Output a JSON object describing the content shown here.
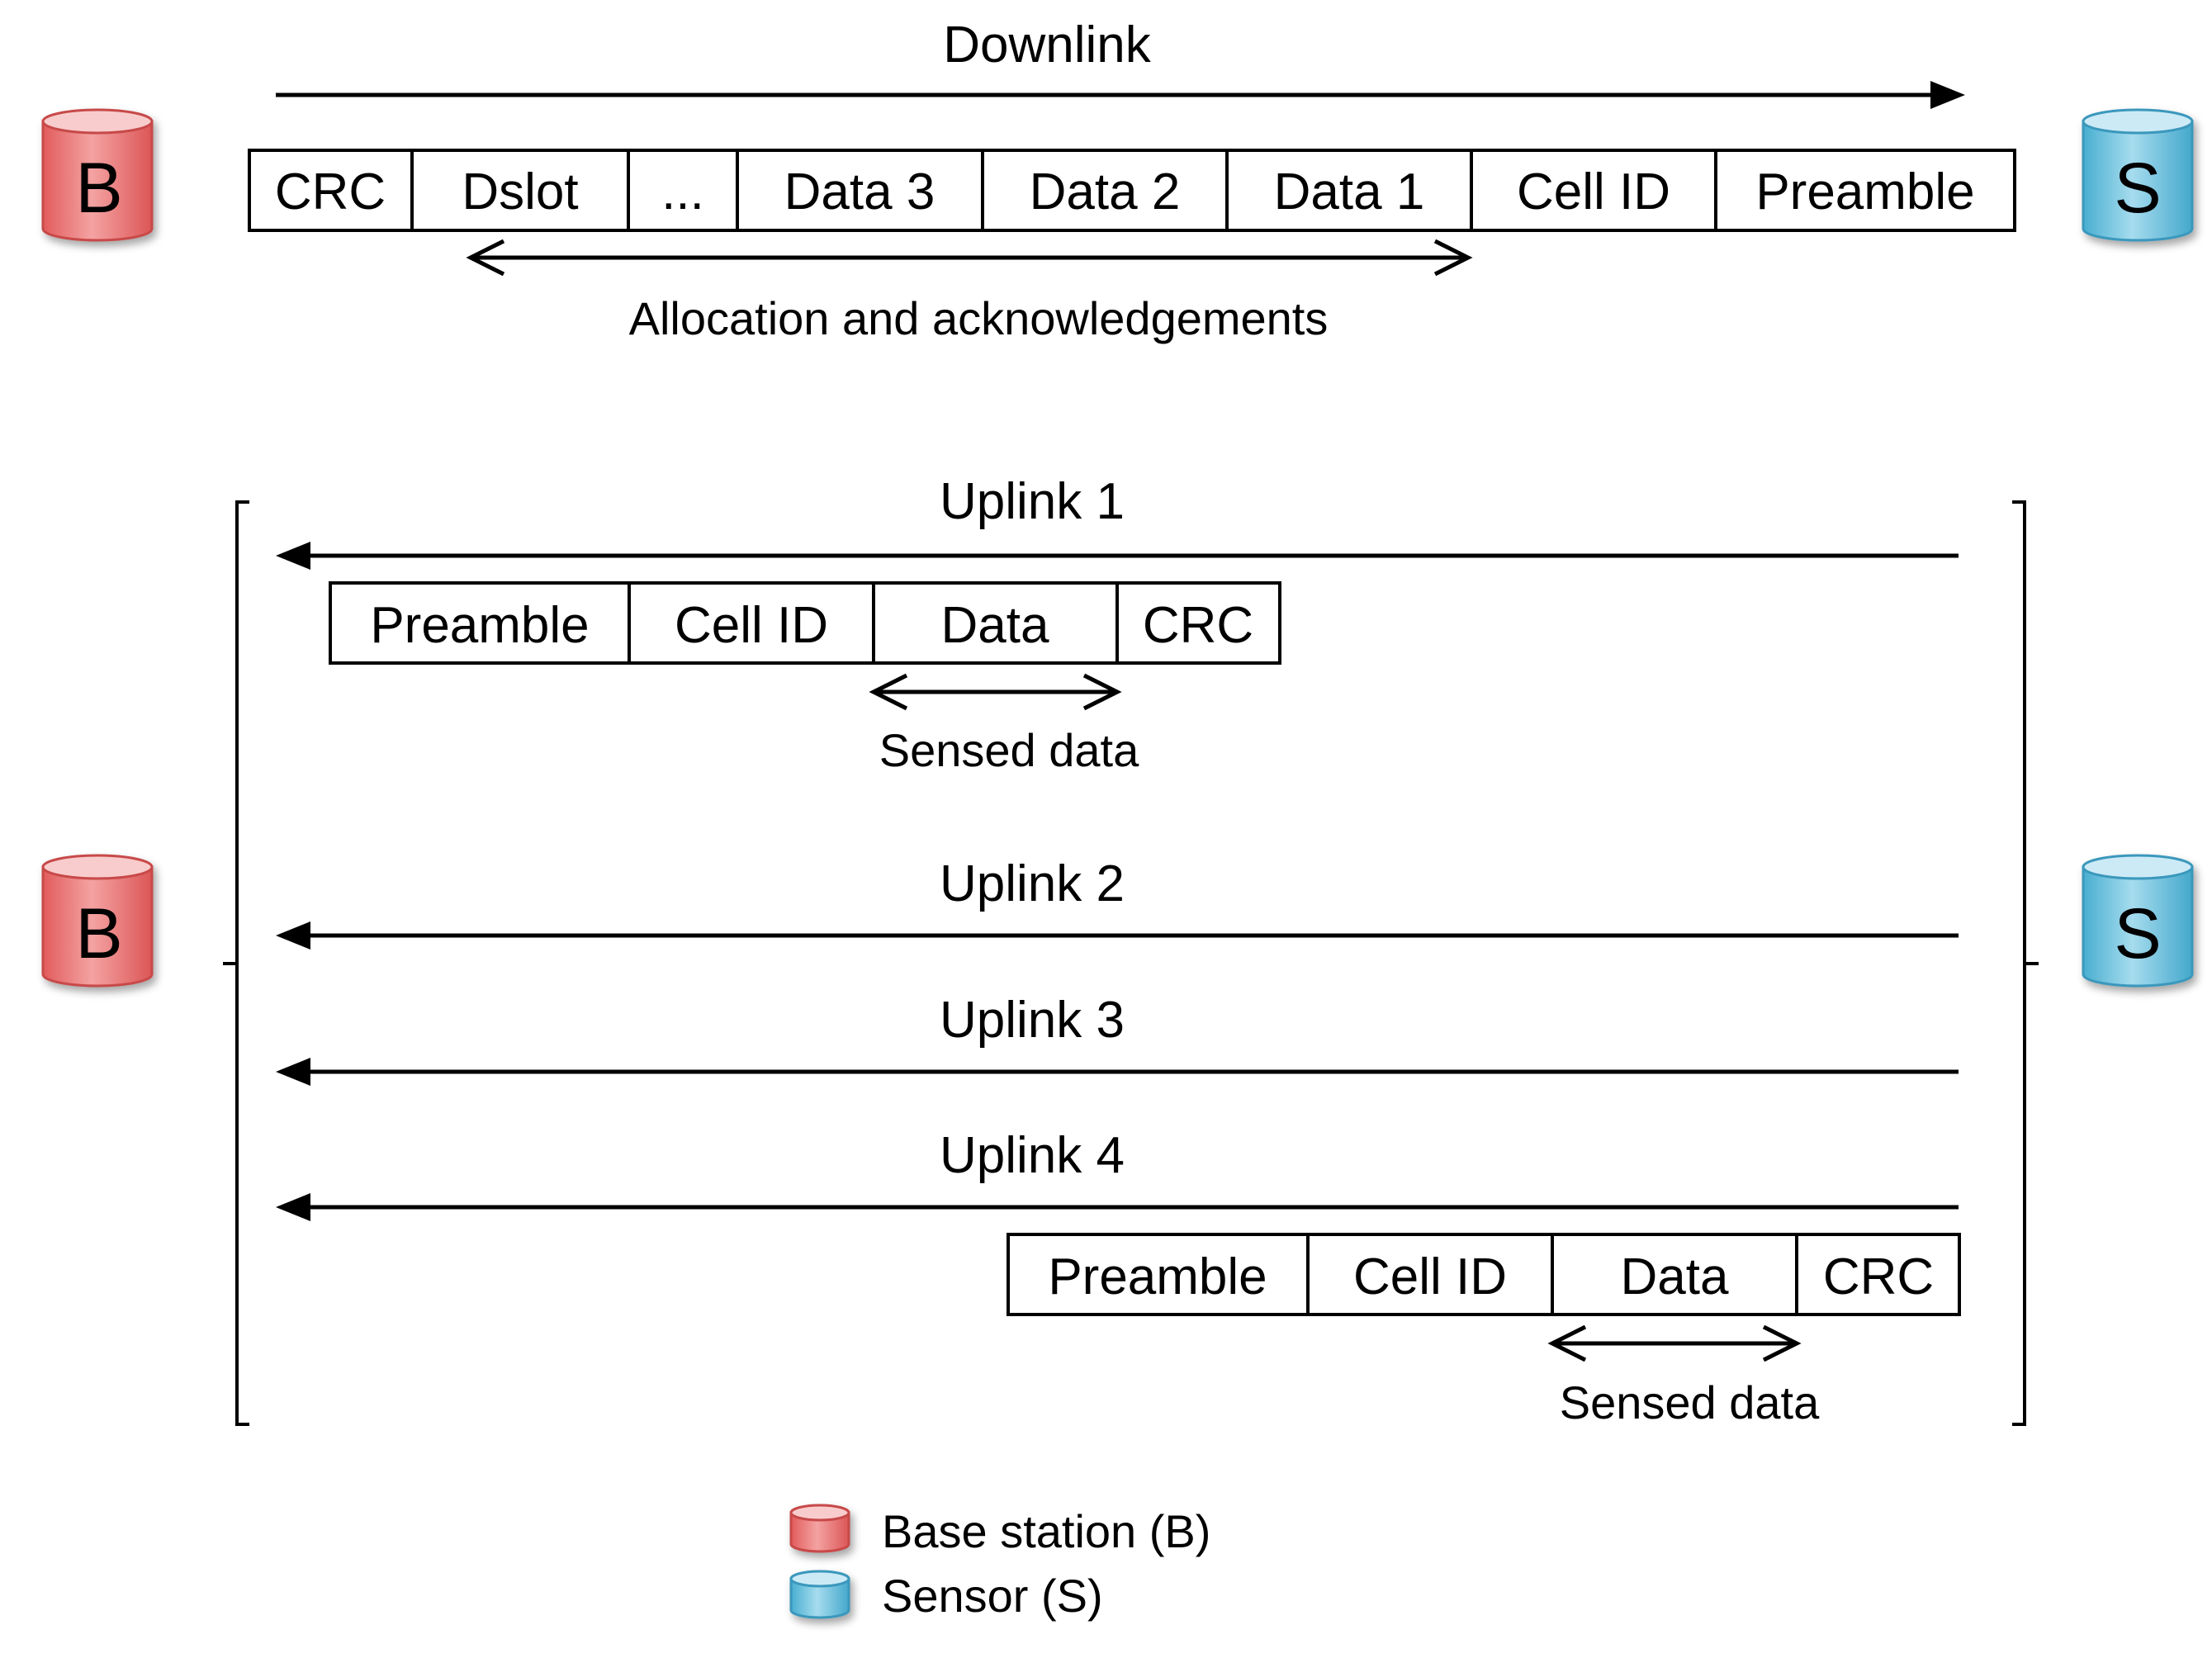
{
  "downlink": {
    "label": "Downlink",
    "fields": [
      "CRC",
      "Dslot",
      "...",
      "Data 3",
      "Data 2",
      "Data 1",
      "Cell ID",
      "Preamble"
    ],
    "span_label": "Allocation and acknowledgements"
  },
  "uplinks": [
    {
      "label": "Uplink 1",
      "fields": [
        "Preamble",
        "Cell ID",
        "Data",
        "CRC"
      ],
      "span_label": "Sensed data"
    },
    {
      "label": "Uplink 2"
    },
    {
      "label": "Uplink 3"
    },
    {
      "label": "Uplink 4",
      "fields": [
        "Preamble",
        "Cell ID",
        "Data",
        "CRC"
      ],
      "span_label": "Sensed data"
    }
  ],
  "nodes": {
    "base_station": {
      "letter": "B",
      "color": "#e87474",
      "top_color": "#f6c4c4"
    },
    "sensor": {
      "letter": "S",
      "color": "#5ab8d8",
      "top_color": "#c4e8f4"
    }
  },
  "legend": [
    {
      "label": "Base station (B)",
      "kind": "base_station"
    },
    {
      "label": "Sensor (S)",
      "kind": "sensor"
    }
  ]
}
